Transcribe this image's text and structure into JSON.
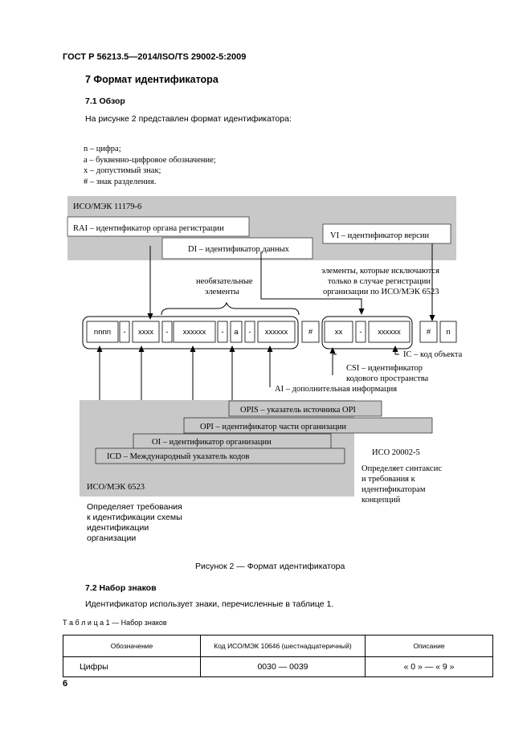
{
  "doc": {
    "header": "ГОСТ Р 56213.5—2014/ISO/TS 29002-5:2009",
    "section_title": "7 Формат идентификатора",
    "sub1_title": "7.1 Обзор",
    "sub1_text": "На рисунке 2 представлен формат идентификатора:",
    "legend": [
      "n – цифра;",
      "a – буквенно-цифровое обозначение;",
      "x – допустимый знак;",
      "# – знак разделения."
    ],
    "figure_caption": "Рисунок  2  —  Формат идентификатора",
    "sub2_title": "7.2 Набор знаков",
    "sub2_text": "Идентификатор использует знаки, перечисленные в таблице 1.",
    "table_caption": "Т а б л и ц а   1 — Набор знаков",
    "page_number": "6"
  },
  "figure": {
    "iso11179": "ИСО/МЭК 11179-6",
    "rai": "RAI – идентификатор органа регистрации",
    "vi": "VI – идентификатор версии",
    "di": "DI – идентификатор данных",
    "optional": [
      "необязательные",
      "элементы"
    ],
    "excluded": [
      "элементы, которые исключаются",
      "только в случае регистрации",
      "организации по ИСО/МЭК 6523"
    ],
    "cells": [
      "nnnn",
      "-",
      "xxxx",
      "-",
      "xxxxxx",
      "-",
      "a",
      "-",
      "xxxxxx",
      "#",
      "xx",
      "-",
      "xxxxxx",
      "#",
      "n"
    ],
    "ic": "IC – код объекта",
    "csi": [
      "CSI – идентификатор",
      "кодового пространства"
    ],
    "ai": "AI – дополнительная информация",
    "opis": "OPIS – указатель источника OPI",
    "opi": "OPI – идентификатор части организации",
    "oi": "OI – идентификатор организации",
    "icd": "ICD – Международный указатель кодов",
    "iso6523": "ИСО/МЭК 6523",
    "iso6523_desc": [
      "Определяет требования",
      "к идентификации схемы",
      "идентификации",
      "организации"
    ],
    "iso20002": "ИСО 20002-5",
    "iso20002_desc": [
      "Определяет синтаксис",
      "и требования к",
      "идентификаторам",
      "концепций"
    ]
  },
  "table": {
    "headers": [
      "Обозначение",
      "Код ИСО/МЭК 10646 (шестнадцатеричный)",
      "Описание"
    ],
    "rows": [
      [
        "Цифры",
        "0030 — 0039",
        "« 0 » — « 9 »"
      ]
    ]
  },
  "colors": {
    "band": "#c8c8c8",
    "box_fill": "#ffffff",
    "line": "#000000"
  }
}
